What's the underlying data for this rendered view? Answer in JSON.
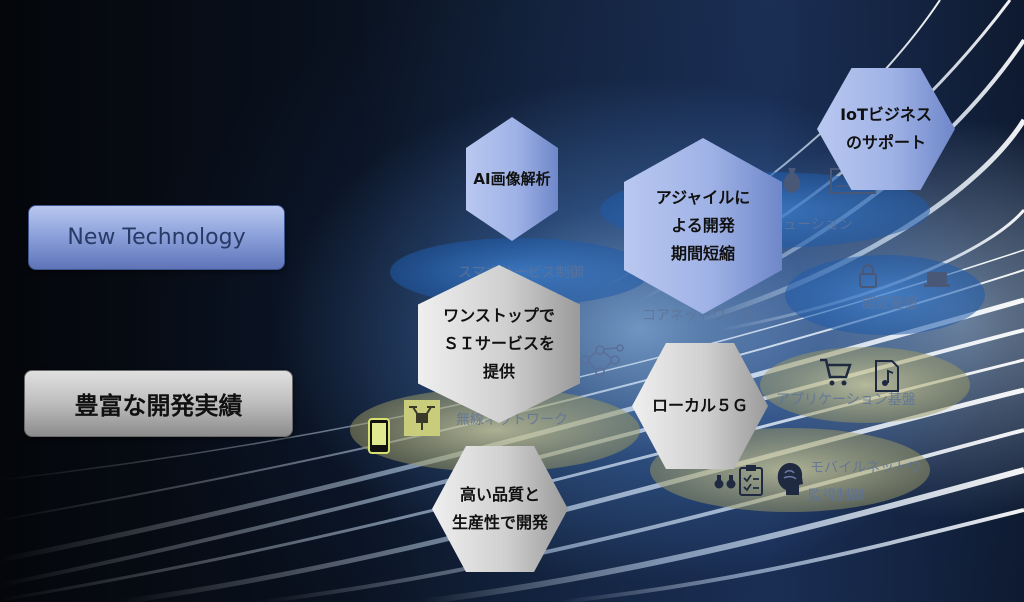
{
  "buttons": {
    "new_technology": "New Technology",
    "development_record": "豊富な開発実績"
  },
  "hexagons": {
    "ai_image": "AI画像解析",
    "agile": "アジャイルに\nよる開発\n期間短縮",
    "iot": "IoTビジネス\nのサポート",
    "one_stop": "ワンストップで\nＳＩサービスを\n提供",
    "local_5g": "ローカル５Ｇ",
    "quality": "高い品質と\n生産性で開発"
  },
  "areas": {
    "smart_service": "スマホサービス制御",
    "solution": "ューション",
    "core_network": "コアネットワーク",
    "certification": "認証基盤",
    "app_platform": "アプリケーション基盤",
    "wireless_network": "無線ネットワーク",
    "mobile_network": "モバイルネットワ",
    "monitoring": "監視制御"
  },
  "colors": {
    "hex_blue": "#9fb2e6",
    "hex_gray": "#cfcfcf",
    "area_blue": "#2f6fc0",
    "area_olive": "#c8c48a"
  }
}
